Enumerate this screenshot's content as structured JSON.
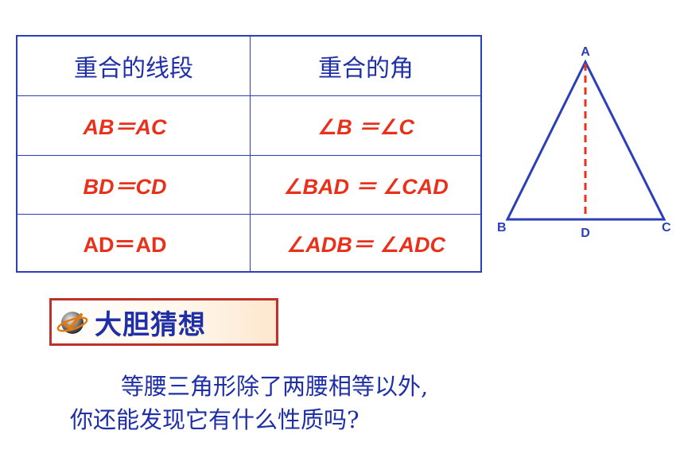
{
  "table": {
    "headers": [
      "重合的线段",
      "重合的角"
    ],
    "rows": [
      [
        "AB＝AC",
        "∠B ＝∠C"
      ],
      [
        "BD＝CD",
        "∠BAD ＝ ∠CAD"
      ],
      [
        "AD＝AD",
        "∠ADB＝ ∠ADC"
      ]
    ]
  },
  "triangle": {
    "labels": {
      "a": "A",
      "b": "B",
      "c": "C",
      "d": "D"
    }
  },
  "section": {
    "title": "大胆猜想"
  },
  "question": {
    "line1": "等腰三角形除了两腰相等以外,",
    "line2": "你还能发现它有什么性质吗?"
  },
  "colors": {
    "blue": "#2b3fb8",
    "text_blue": "#1f2fa8",
    "red": "#e8301a",
    "border_red": "#c0302a"
  }
}
